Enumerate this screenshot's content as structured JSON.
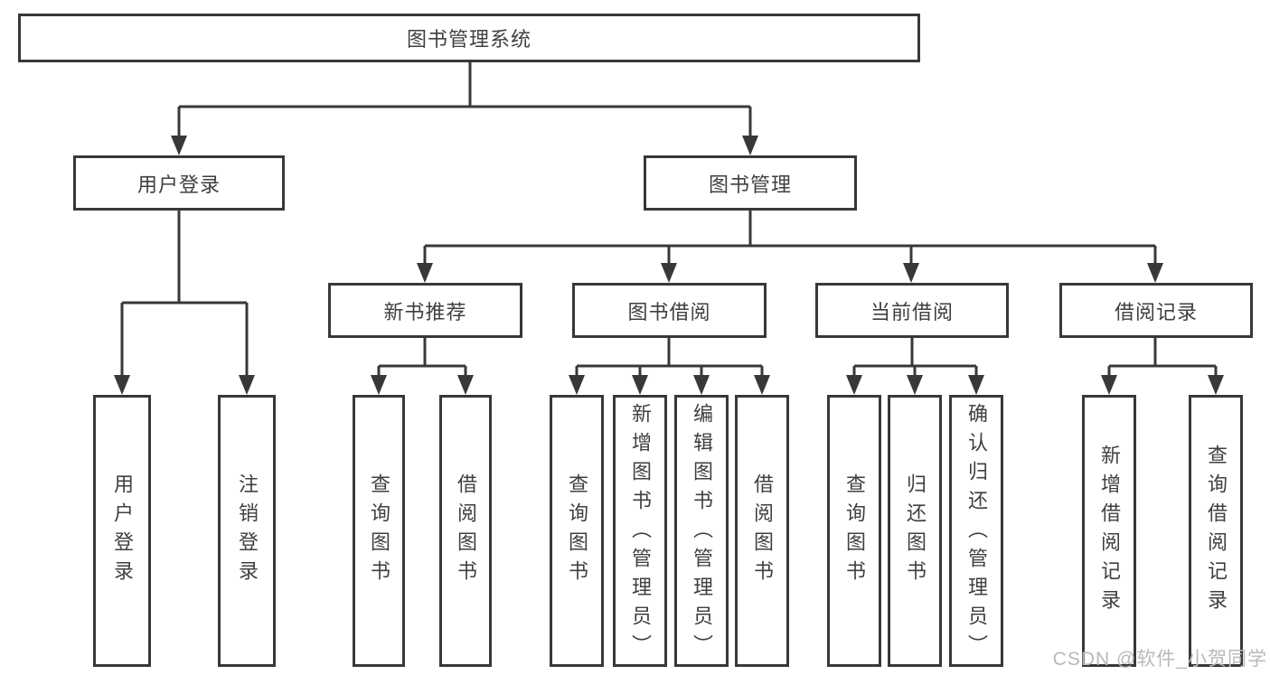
{
  "diagram": {
    "root": "图书管理系统",
    "level2": {
      "user_login": "用户登录",
      "book_management": "图书管理"
    },
    "level3": {
      "new_book_recommend": "新书推荐",
      "book_borrow": "图书借阅",
      "current_borrow": "当前借阅",
      "borrow_records": "借阅记录"
    },
    "leaves": {
      "login": "用户登录",
      "logout": "注销登录",
      "recommend_query_books": "查询图书",
      "recommend_borrow_books": "借阅图书",
      "borrow_query_books": "查询图书",
      "borrow_add_books_admin": "新增图书（管理员）",
      "borrow_edit_books_admin": "编辑图书（管理员）",
      "borrow_borrow_books": "借阅图书",
      "current_query_books": "查询图书",
      "current_return_books": "归还图书",
      "current_confirm_return_admin": "确认归还（管理员）",
      "records_add_record": "新增借阅记录",
      "records_query_record": "查询借阅记录"
    }
  },
  "watermark": "CSDN @软件_小贺同学",
  "colors": {
    "line": "#383838",
    "text": "#3f3f3f",
    "watermark": "#b9b9b9",
    "background": "#ffffff"
  }
}
